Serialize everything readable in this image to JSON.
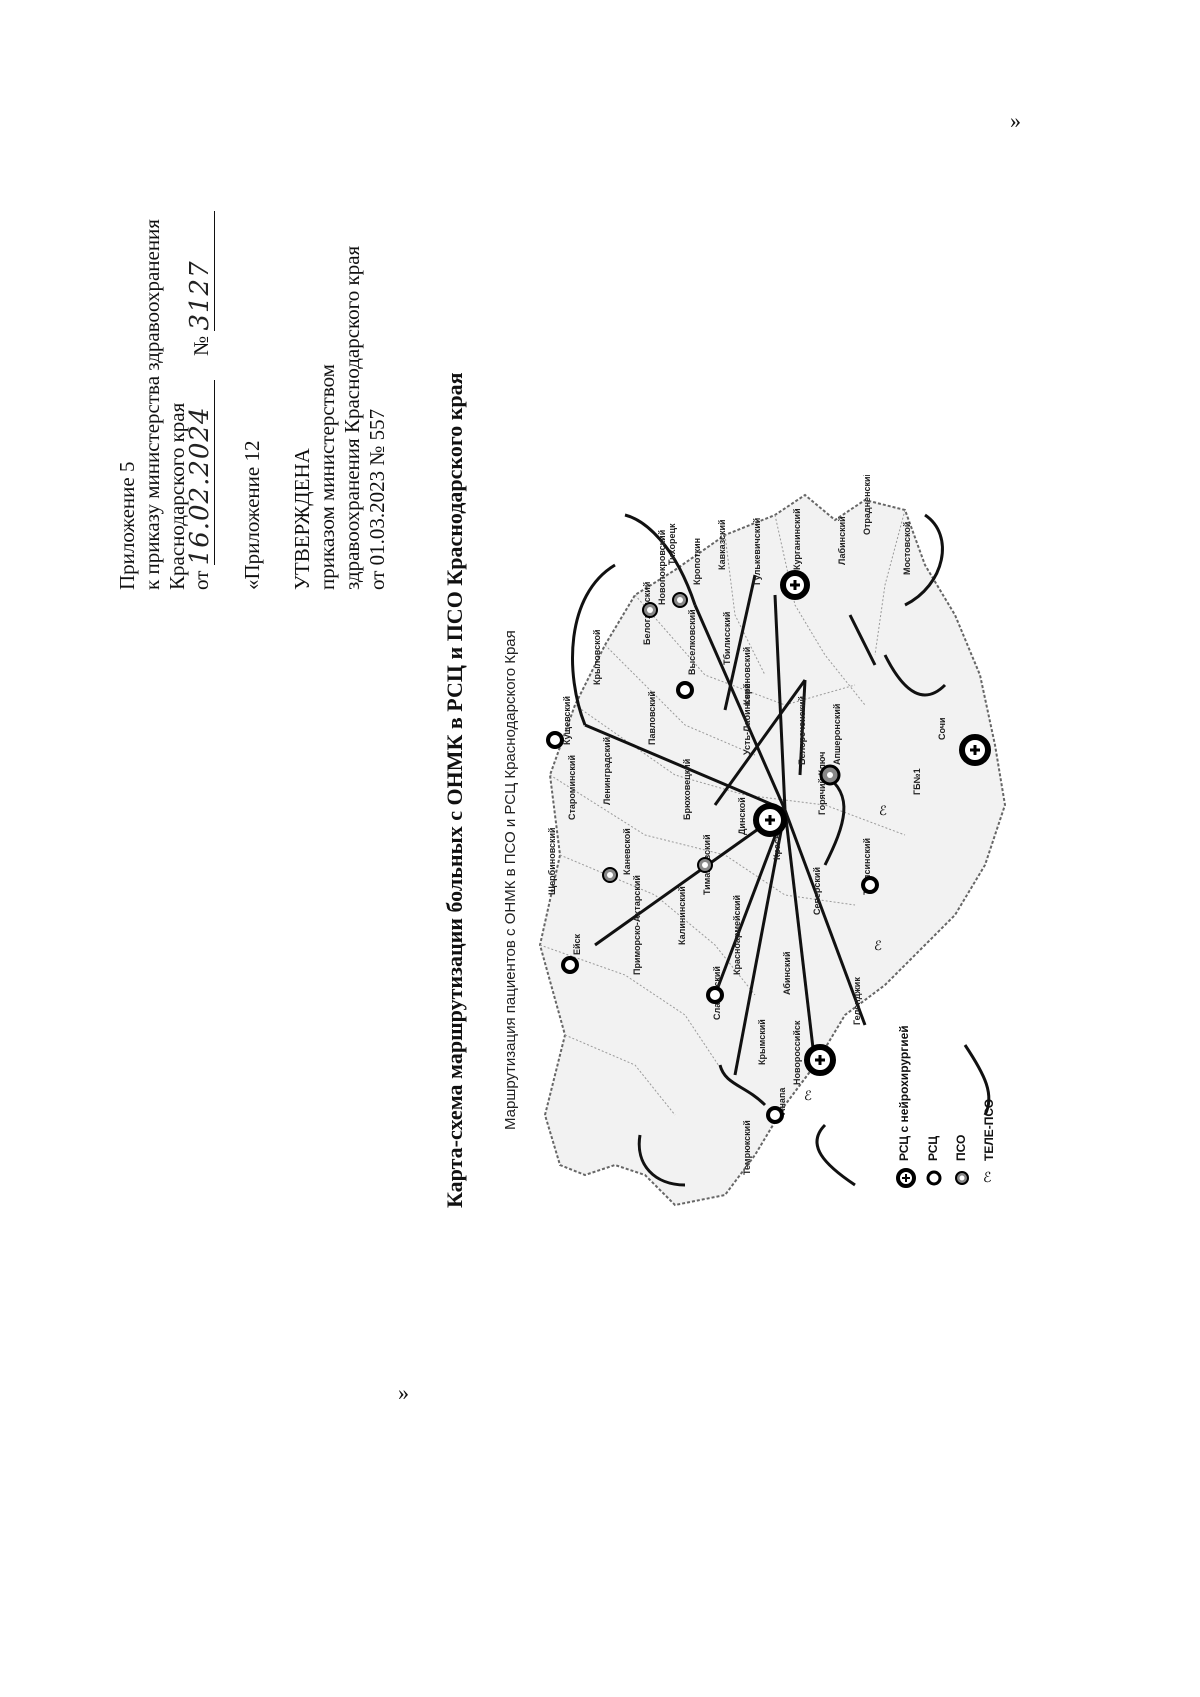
{
  "header": {
    "appendix": "Приложение 5",
    "to_order": "к приказу министерства здравоохранения",
    "region": "Краснодарского края",
    "from_prefix": "от",
    "date_handwritten": "16.02.2024",
    "number_prefix": "№",
    "number_handwritten": "3127"
  },
  "prior": {
    "appendix": "«Приложение 12",
    "approved": "УТВЕРЖДЕНА",
    "by_order": "приказом министерством",
    "ministry": "здравоохранения Краснодарского края",
    "date_number": "от 01.03.2023 № 557"
  },
  "title": "Карта-схема маршрутизации больных с ОНМК в РСЦ и ПСО Краснодарского края",
  "map": {
    "subtitle": "Маршрутизация пациентов с ОНМК в ПСО и РСЦ Краснодарского Края",
    "cities": [
      "Ейск",
      "Щербиновский",
      "Староминский",
      "Кущевский",
      "Крыловской",
      "Каневской",
      "Ленинградский",
      "Павловский",
      "Белоглинский",
      "Новопокровский",
      "Тихорецк",
      "Кропоткин",
      "Кавказский",
      "Выселковский",
      "Брюховецкий",
      "Приморско-Ахтарский",
      "Калининский",
      "Тимашевский",
      "Динской",
      "Краснодар",
      "Славянский",
      "Красноармейский",
      "Абинский",
      "Северский",
      "Крымский",
      "Анапа",
      "Темрюкский",
      "Новороссийск",
      "Геленджик",
      "Туапсинский",
      "Горячий Ключ",
      "Апшеронский",
      "Сочи",
      "ГБ№1",
      "Лабинский",
      "Курганинский",
      "Отрадненский",
      "Мостовской",
      "Гулькевичский",
      "Усть-Лабинский",
      "Тбилисский",
      "Кореновский",
      "Белореченский"
    ],
    "legend": [
      {
        "icon": "rsc-neuro-icon",
        "label": "РСЦ с нейрохирургией"
      },
      {
        "icon": "rsc-icon",
        "label": "РСЦ"
      },
      {
        "icon": "pso-icon",
        "label": "ПСО"
      },
      {
        "icon": "tele-pso-icon",
        "label": "ТЕЛЕ-ПСО"
      }
    ]
  },
  "closing_quote_top": "»",
  "closing_quote_bottom": "»"
}
